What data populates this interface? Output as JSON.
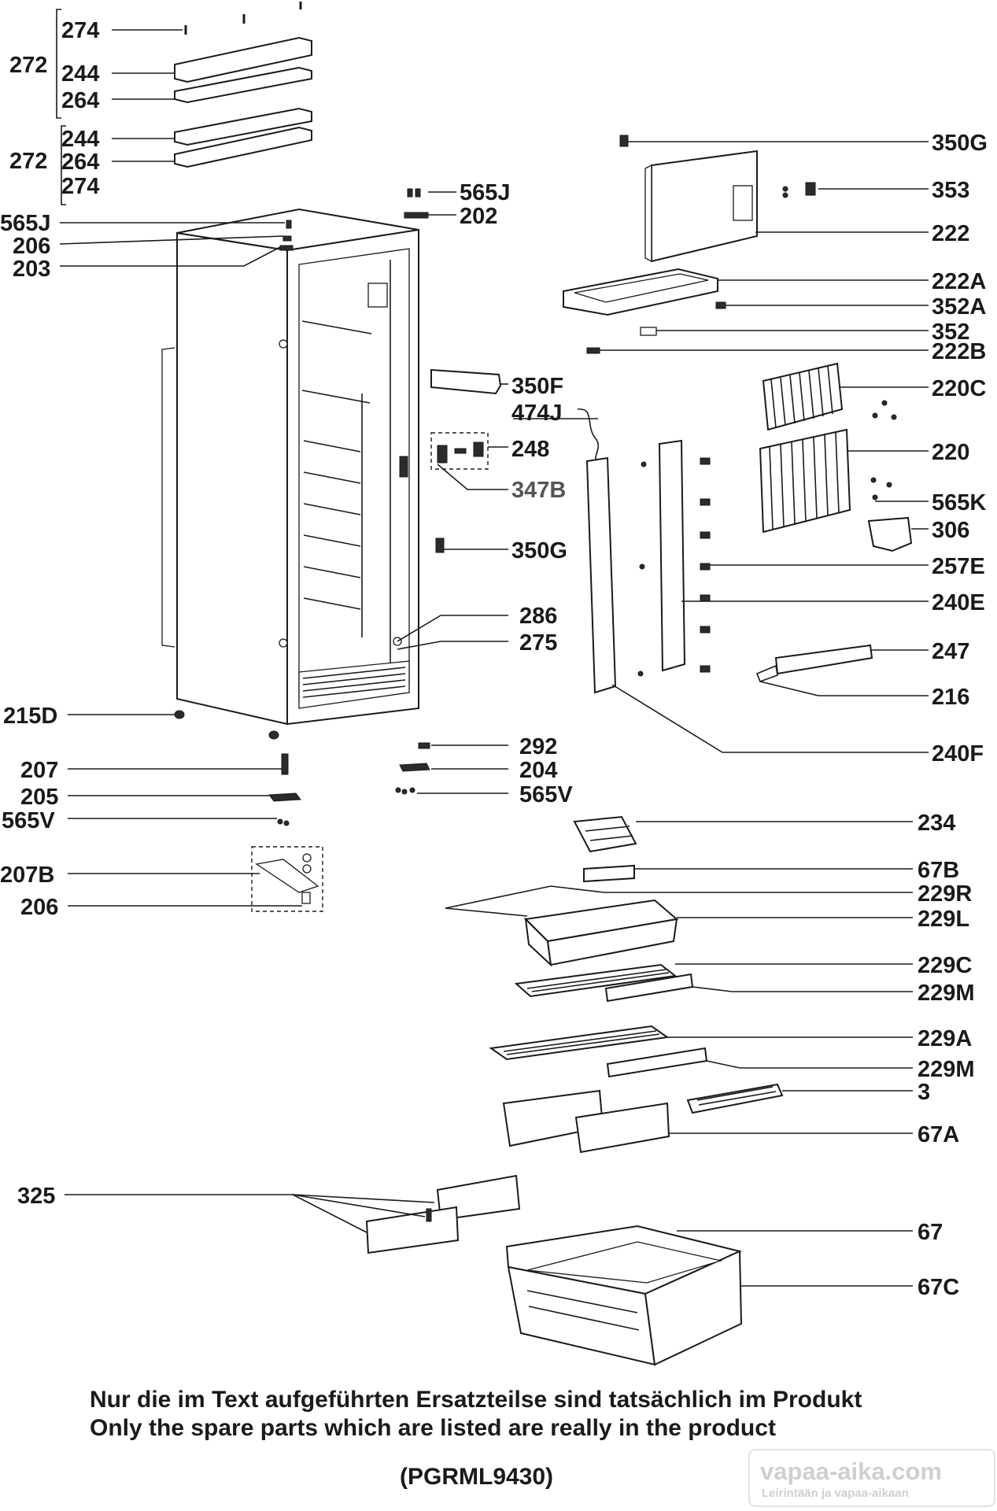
{
  "parts": {
    "p274a": "274",
    "p244a": "244",
    "p264a": "264",
    "p272a": "272",
    "p244b": "244",
    "p264b": "264",
    "p274b": "274",
    "p272b": "272",
    "p565J_left": "565J",
    "p206_left": "206",
    "p203": "203",
    "p565J_right": "565J",
    "p202": "202",
    "p350F": "350F",
    "p474J": "474J",
    "p248": "248",
    "p347B": "347B",
    "p350G_mid": "350G",
    "p286": "286",
    "p275": "275",
    "p215D": "215D",
    "p207": "207",
    "p205": "205",
    "p565V_left": "565V",
    "p207B": "207B",
    "p206_bottom": "206",
    "p292": "292",
    "p204": "204",
    "p565V_mid": "565V",
    "p350G_top": "350G",
    "p353": "353",
    "p222": "222",
    "p222A": "222A",
    "p352A": "352A",
    "p352": "352",
    "p222B": "222B",
    "p220C": "220C",
    "p220": "220",
    "p565K": "565K",
    "p306": "306",
    "p257E": "257E",
    "p240E": "240E",
    "p247": "247",
    "p216": "216",
    "p240F": "240F",
    "p234": "234",
    "p67B": "67B",
    "p229R": "229R",
    "p229L": "229L",
    "p229C": "229C",
    "p229M_a": "229M",
    "p229A": "229A",
    "p229M_b": "229M",
    "p3": "3",
    "p67A": "67A",
    "p325": "325",
    "p67": "67",
    "p67C": "67C"
  },
  "footer": {
    "line_de": "Nur die im Text aufgeführten Ersatzteilse sind tatsächlich im Produkt",
    "line_en": "Only the spare parts which are listed are really in the product",
    "code": "(PGRML9430)"
  },
  "watermark": {
    "site": "vapaa-aika.com",
    "tagline": "Leirintään ja vapaa-aikaan"
  }
}
